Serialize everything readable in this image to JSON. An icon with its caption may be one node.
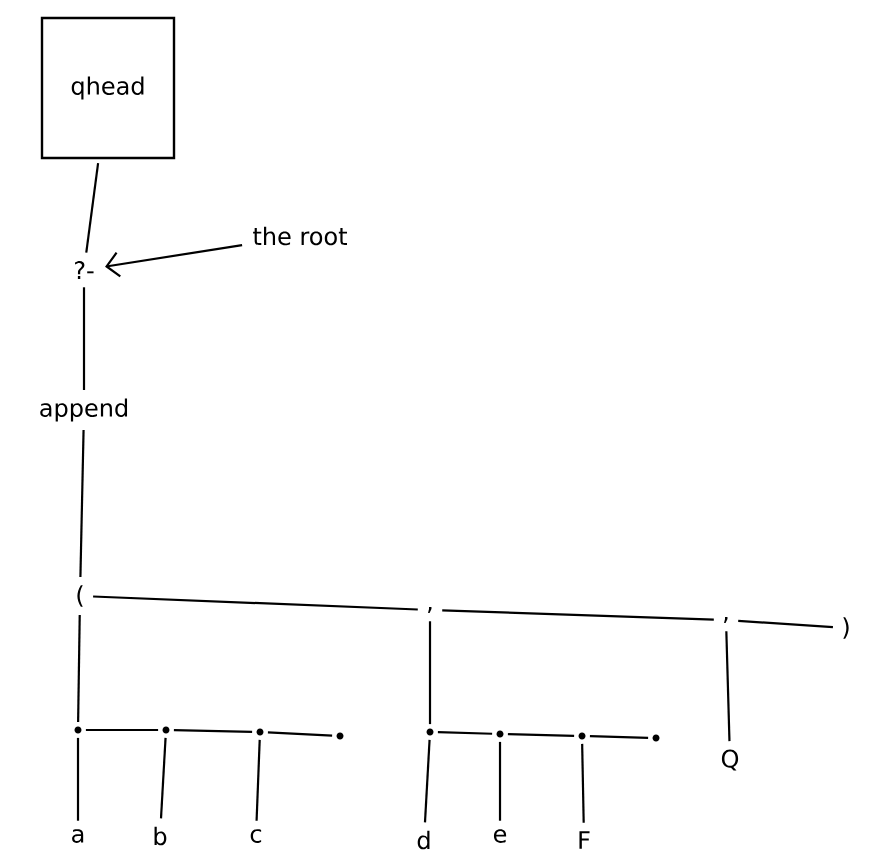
{
  "diagram": {
    "nodes": [
      {
        "text": [
          "qhead"
        ]
      },
      {
        "text": [
          "?-"
        ]
      },
      {
        "text": [
          "append"
        ]
      },
      {
        "text": [
          "("
        ]
      },
      {
        "text": [
          ","
        ]
      },
      {
        "text": [
          ","
        ]
      },
      {
        "text": [
          ")"
        ]
      },
      {
        "text": [],
        "shape": "circle"
      },
      {
        "text": [],
        "shape": "circle"
      },
      {
        "text": [],
        "shape": "circle"
      },
      {
        "text": [],
        "shape": "circle"
      },
      {
        "text": [],
        "shape": "circle"
      },
      {
        "text": [],
        "shape": "circle"
      },
      {
        "text": [],
        "shape": "circle"
      },
      {
        "text": [],
        "shape": "circle"
      },
      {
        "text": [
          "a"
        ]
      },
      {
        "text": [
          "b"
        ]
      },
      {
        "text": [
          "c"
        ]
      },
      {
        "text": [
          "d"
        ]
      },
      {
        "text": [
          "e"
        ]
      },
      {
        "text": [
          "F"
        ]
      },
      {
        "text": [
          "Q"
        ]
      },
      {
        "text": [
          "the root"
        ]
      }
    ],
    "edges": [
      {
        "from": 0,
        "to": 1,
        "arrow": "none"
      },
      {
        "from": 1,
        "to": 2,
        "arrow": "none"
      },
      {
        "from": 2,
        "to": 3,
        "arrow": "none"
      },
      {
        "from": 3,
        "to": 4,
        "arrow": "none"
      },
      {
        "from": 4,
        "to": 5,
        "arrow": "none"
      },
      {
        "from": 5,
        "to": 6,
        "arrow": "none"
      },
      {
        "from": 3,
        "to": 7,
        "arrow": "none"
      },
      {
        "from": 7,
        "to": 8,
        "arrow": "none"
      },
      {
        "from": 8,
        "to": 9,
        "arrow": "none"
      },
      {
        "from": 9,
        "to": 10,
        "arrow": "none"
      },
      {
        "from": 4,
        "to": 11,
        "arrow": "none"
      },
      {
        "from": 11,
        "to": 12,
        "arrow": "none"
      },
      {
        "from": 12,
        "to": 13,
        "arrow": "none"
      },
      {
        "from": 13,
        "to": 14,
        "arrow": "none"
      },
      {
        "from": 5,
        "to": 21,
        "arrow": "none"
      },
      {
        "from": 7,
        "to": 15,
        "arrow": "none"
      },
      {
        "from": 8,
        "to": 16,
        "arrow": "none"
      },
      {
        "from": 9,
        "to": 17,
        "arrow": "none"
      },
      {
        "from": 11,
        "to": 18,
        "arrow": "none"
      },
      {
        "from": 12,
        "to": 19,
        "arrow": "none"
      },
      {
        "from": 13,
        "to": 20,
        "arrow": "none"
      },
      {
        "from": 22,
        "to": 1,
        "arrow": "to"
      }
    ]
  }
}
